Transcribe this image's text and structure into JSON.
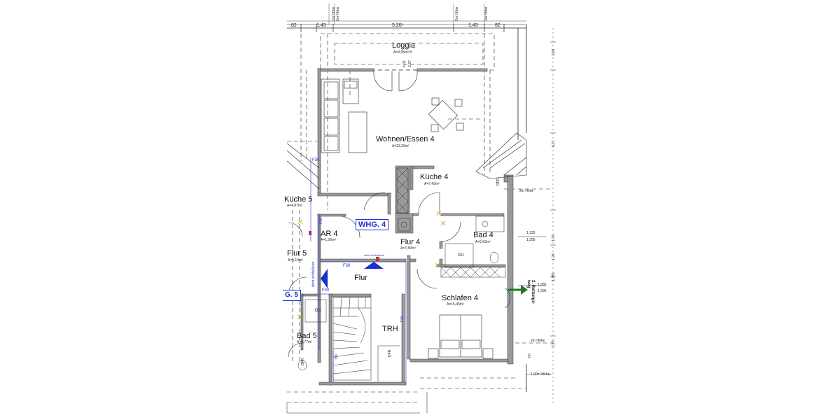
{
  "rooms": {
    "loggia": {
      "name": "Loggia",
      "area": "A=9,95m²/4"
    },
    "wohnen": {
      "name": "Wohnen/Essen 4",
      "area": "A=33,32m²"
    },
    "kueche4": {
      "name": "Küche 4",
      "area": "A=7,42m²"
    },
    "kueche5": {
      "name": "Küche 5",
      "area": "A=4,87m²"
    },
    "ar4": {
      "name": "AR 4",
      "area": "A=1,56m²"
    },
    "flur4": {
      "name": "Flur 4",
      "area": "A=7,80m²"
    },
    "bad4": {
      "name": "Bad 4",
      "area": "A=5,63m²"
    },
    "flur5": {
      "name": "Flur 5",
      "area": "A=5,10m²"
    },
    "flur": {
      "name": "Flur"
    },
    "trh": {
      "name": "TRH"
    },
    "schlafen4": {
      "name": "Schlafen 4",
      "area": "A=15,45m²"
    },
    "bad5": {
      "name": "Bad 5",
      "area": "A=4,77m²"
    }
  },
  "tags": {
    "whg4": "WHG. 4",
    "whg5": "G. 5"
  },
  "dims": {
    "top": [
      "82",
      "1,43",
      "5,20⁵",
      "1,43",
      "82"
    ],
    "hoehe_1m": "1m Höhe",
    "hoehe_2m": "2m Höhe",
    "hoehe_2m_right": "2m Höhe",
    "hoehe_2m_lower": "2m Höhe",
    "hoehe_1m_bottom": "1,00m Höhe",
    "right_a": "1,135",
    "right_b": "1,395",
    "right_c": "1,385",
    "right_d": "1,395",
    "loggia_door_a": "4,01",
    "loggia_door_b": "2,27",
    "bottom_small": "70⁵",
    "side_marks": [
      "1,50",
      "6,17",
      "1,76",
      "1,24",
      "1,385",
      "2,76"
    ]
  },
  "fire": {
    "f30": "F30",
    "t90": "T90",
    "dicht": "dicht schließend"
  },
  "fixtures": {
    "du": "DU",
    "dfr": "DFR"
  },
  "escape": "2. Rettungs-\nweg"
}
